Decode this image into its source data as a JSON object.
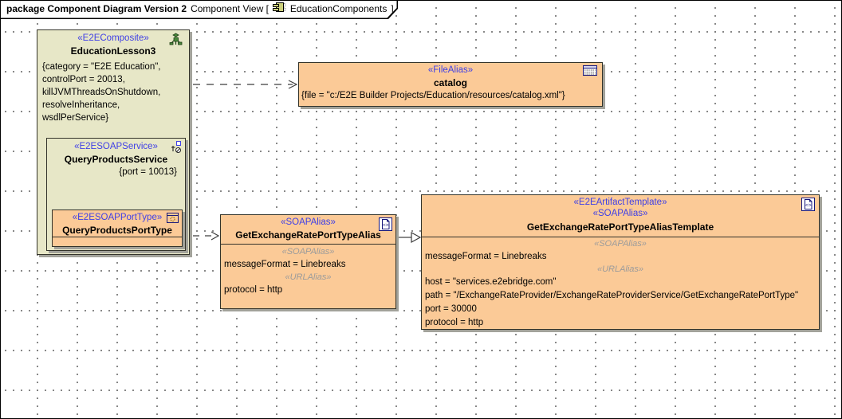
{
  "frame": {
    "title_bold": "package Component Diagram Version 2",
    "context_text": "Component View [",
    "diagram_name": "EducationComponents",
    "close_bracket": "]"
  },
  "nodes": {
    "education_lesson": {
      "stereotype": "«E2EComposite»",
      "name": "EducationLesson3",
      "properties": [
        "{category = \"E2E Education\",",
        "controlPort = 20013,",
        "killJVMThreadsOnShutdown,",
        "resolveInheritance,",
        "wsdlPerService}"
      ]
    },
    "query_products_service": {
      "stereotype": "«E2ESOAPService»",
      "name": "QueryProductsService",
      "tagged_value": "{port = 10013}"
    },
    "query_products_port_type": {
      "stereotype": "«E2ESOAPPortType»",
      "name": "QueryProductsPortType"
    },
    "catalog": {
      "stereotype": "«FileAlias»",
      "name": "catalog",
      "property": "{file = \"c:/E2E Builder Projects/Education/resources/catalog.xml\"}"
    },
    "alias": {
      "stereotype": "«SOAPAlias»",
      "name": "GetExchangeRatePortTypeAlias",
      "sections": [
        {
          "header": "«SOAPAlias»",
          "lines": [
            "messageFormat = Linebreaks"
          ]
        },
        {
          "header": "«URLAlias»",
          "lines": [
            "protocol = http"
          ]
        }
      ]
    },
    "template": {
      "stereotypes": [
        "«E2EArtifactTemplate»",
        "«SOAPAlias»"
      ],
      "name": "GetExchangeRatePortTypeAliasTemplate",
      "sections": [
        {
          "header": "«SOAPAlias»",
          "lines": [
            "messageFormat = Linebreaks"
          ]
        },
        {
          "header": "«URLAlias»",
          "lines": [
            "host = \"services.e2ebridge.com\"",
            "path = \"/ExchangeRateProvider/ExchangeRateProviderService/GetExchangeRatePortType\"",
            "port = 30000",
            "protocol = http"
          ]
        }
      ]
    }
  },
  "edges": [
    {
      "from": "EducationLesson3",
      "to": "catalog",
      "style": "dashed-dependency"
    },
    {
      "from": "QueryProductsPortType",
      "to": "GetExchangeRatePortTypeAlias",
      "style": "dashed-dependency"
    },
    {
      "from": "GetExchangeRatePortTypeAlias",
      "to": "GetExchangeRatePortTypeAliasTemplate",
      "style": "solid-generalization"
    }
  ],
  "icons": {
    "header": "component-icon",
    "education_lesson": "composite-figure-icon",
    "query_products_service": "soap-service-icon",
    "query_products_port_type": "port-type-window-icon",
    "catalog": "file-table-icon",
    "alias": "xml-document-icon",
    "template": "xml-document-icon"
  },
  "colors": {
    "node_beige": "#E7E7C7",
    "node_orange": "#FBCA97",
    "stereotype_blue": "#4040E6",
    "stereotype_gray": "#9B9B9B",
    "border": "#33332A",
    "shadow": "#A2A29A"
  }
}
